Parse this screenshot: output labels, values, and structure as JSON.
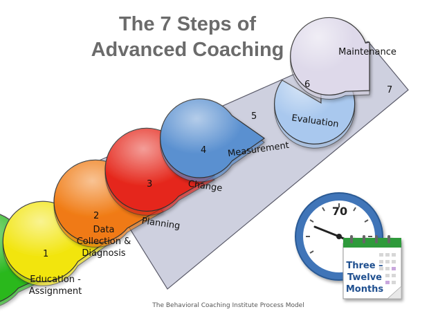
{
  "title": {
    "line1": "The 7 Steps of",
    "line2": "Advanced Coaching"
  },
  "steps": [
    {
      "number": "1",
      "lines": [
        "Education -",
        "Assignment"
      ],
      "color": "#2ab81f"
    },
    {
      "number": "2",
      "lines": [
        "Data",
        "Collection &",
        "Diagnosis"
      ],
      "color": "#f2e50c"
    },
    {
      "number": "3",
      "lines": [
        "Planning"
      ],
      "color": "#f07a12"
    },
    {
      "number": "4",
      "lines": [
        "Change"
      ],
      "color": "#e5271b"
    },
    {
      "number": "5",
      "lines": [
        "Measurement"
      ],
      "color": "#5a90d0"
    },
    {
      "number": "6",
      "lines": [
        "Evaluation"
      ],
      "color": "#a9c8ee"
    },
    {
      "number": "7",
      "lines": [
        "Maintenance"
      ],
      "color": "#ded9ea"
    }
  ],
  "clock": {
    "number": "70",
    "face_color": "#4f86c9"
  },
  "calendar": {
    "lines": [
      "Three –",
      "Twelve",
      "Months"
    ],
    "binding_color": "#2f9a3a"
  },
  "footer": "The Behavioral Coaching Institute Process Model"
}
